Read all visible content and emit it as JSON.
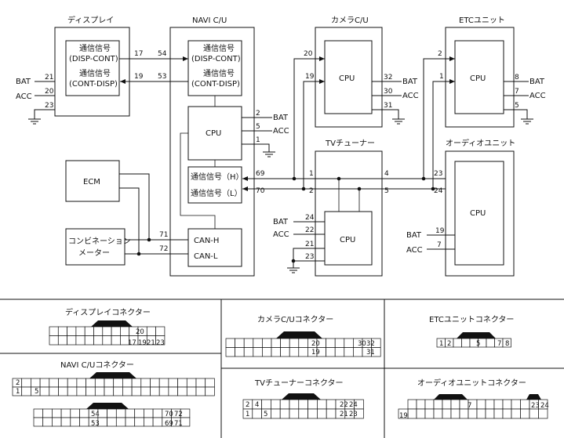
{
  "units": {
    "display": "ディスプレイ",
    "navi": "NAVI C/U",
    "camera": "カメラC/U",
    "etc": "ETCユニット",
    "tv": "TVチューナー",
    "audio": "オーディオユニット",
    "ecm": "ECM",
    "combi_line1": "コンビネーション",
    "combi_line2": "メーター"
  },
  "signals": {
    "comm": "通信信号",
    "disp_cont": "(DISP-CONT)",
    "cont_disp": "(CONT-DISP)",
    "comm_h": "通信信号（H）",
    "comm_l": "通信信号（L）",
    "cpu": "CPU",
    "can_h": "CAN-H",
    "can_l": "CAN-L",
    "bat": "BAT",
    "acc": "ACC"
  },
  "pins": {
    "p17": "17",
    "p54": "54",
    "p19": "19",
    "p53": "53",
    "p21": "21",
    "p20": "20",
    "p23": "23",
    "p2": "2",
    "p5": "5",
    "p1": "1",
    "p69": "69",
    "p70": "70",
    "p71": "71",
    "p72": "72",
    "p32": "32",
    "p30": "30",
    "p31": "31",
    "p8": "8",
    "p7": "7",
    "p4": "4",
    "p24": "24",
    "p22": "22"
  },
  "connectors": {
    "display": "ディスプレイコネクター",
    "navi": "NAVI C/Uコネクター",
    "camera": "カメラC/Uコネクター",
    "tv": "TVチューナーコネクター",
    "etc": "ETCユニットコネクター",
    "audio": "オーディオユニットコネクター"
  }
}
